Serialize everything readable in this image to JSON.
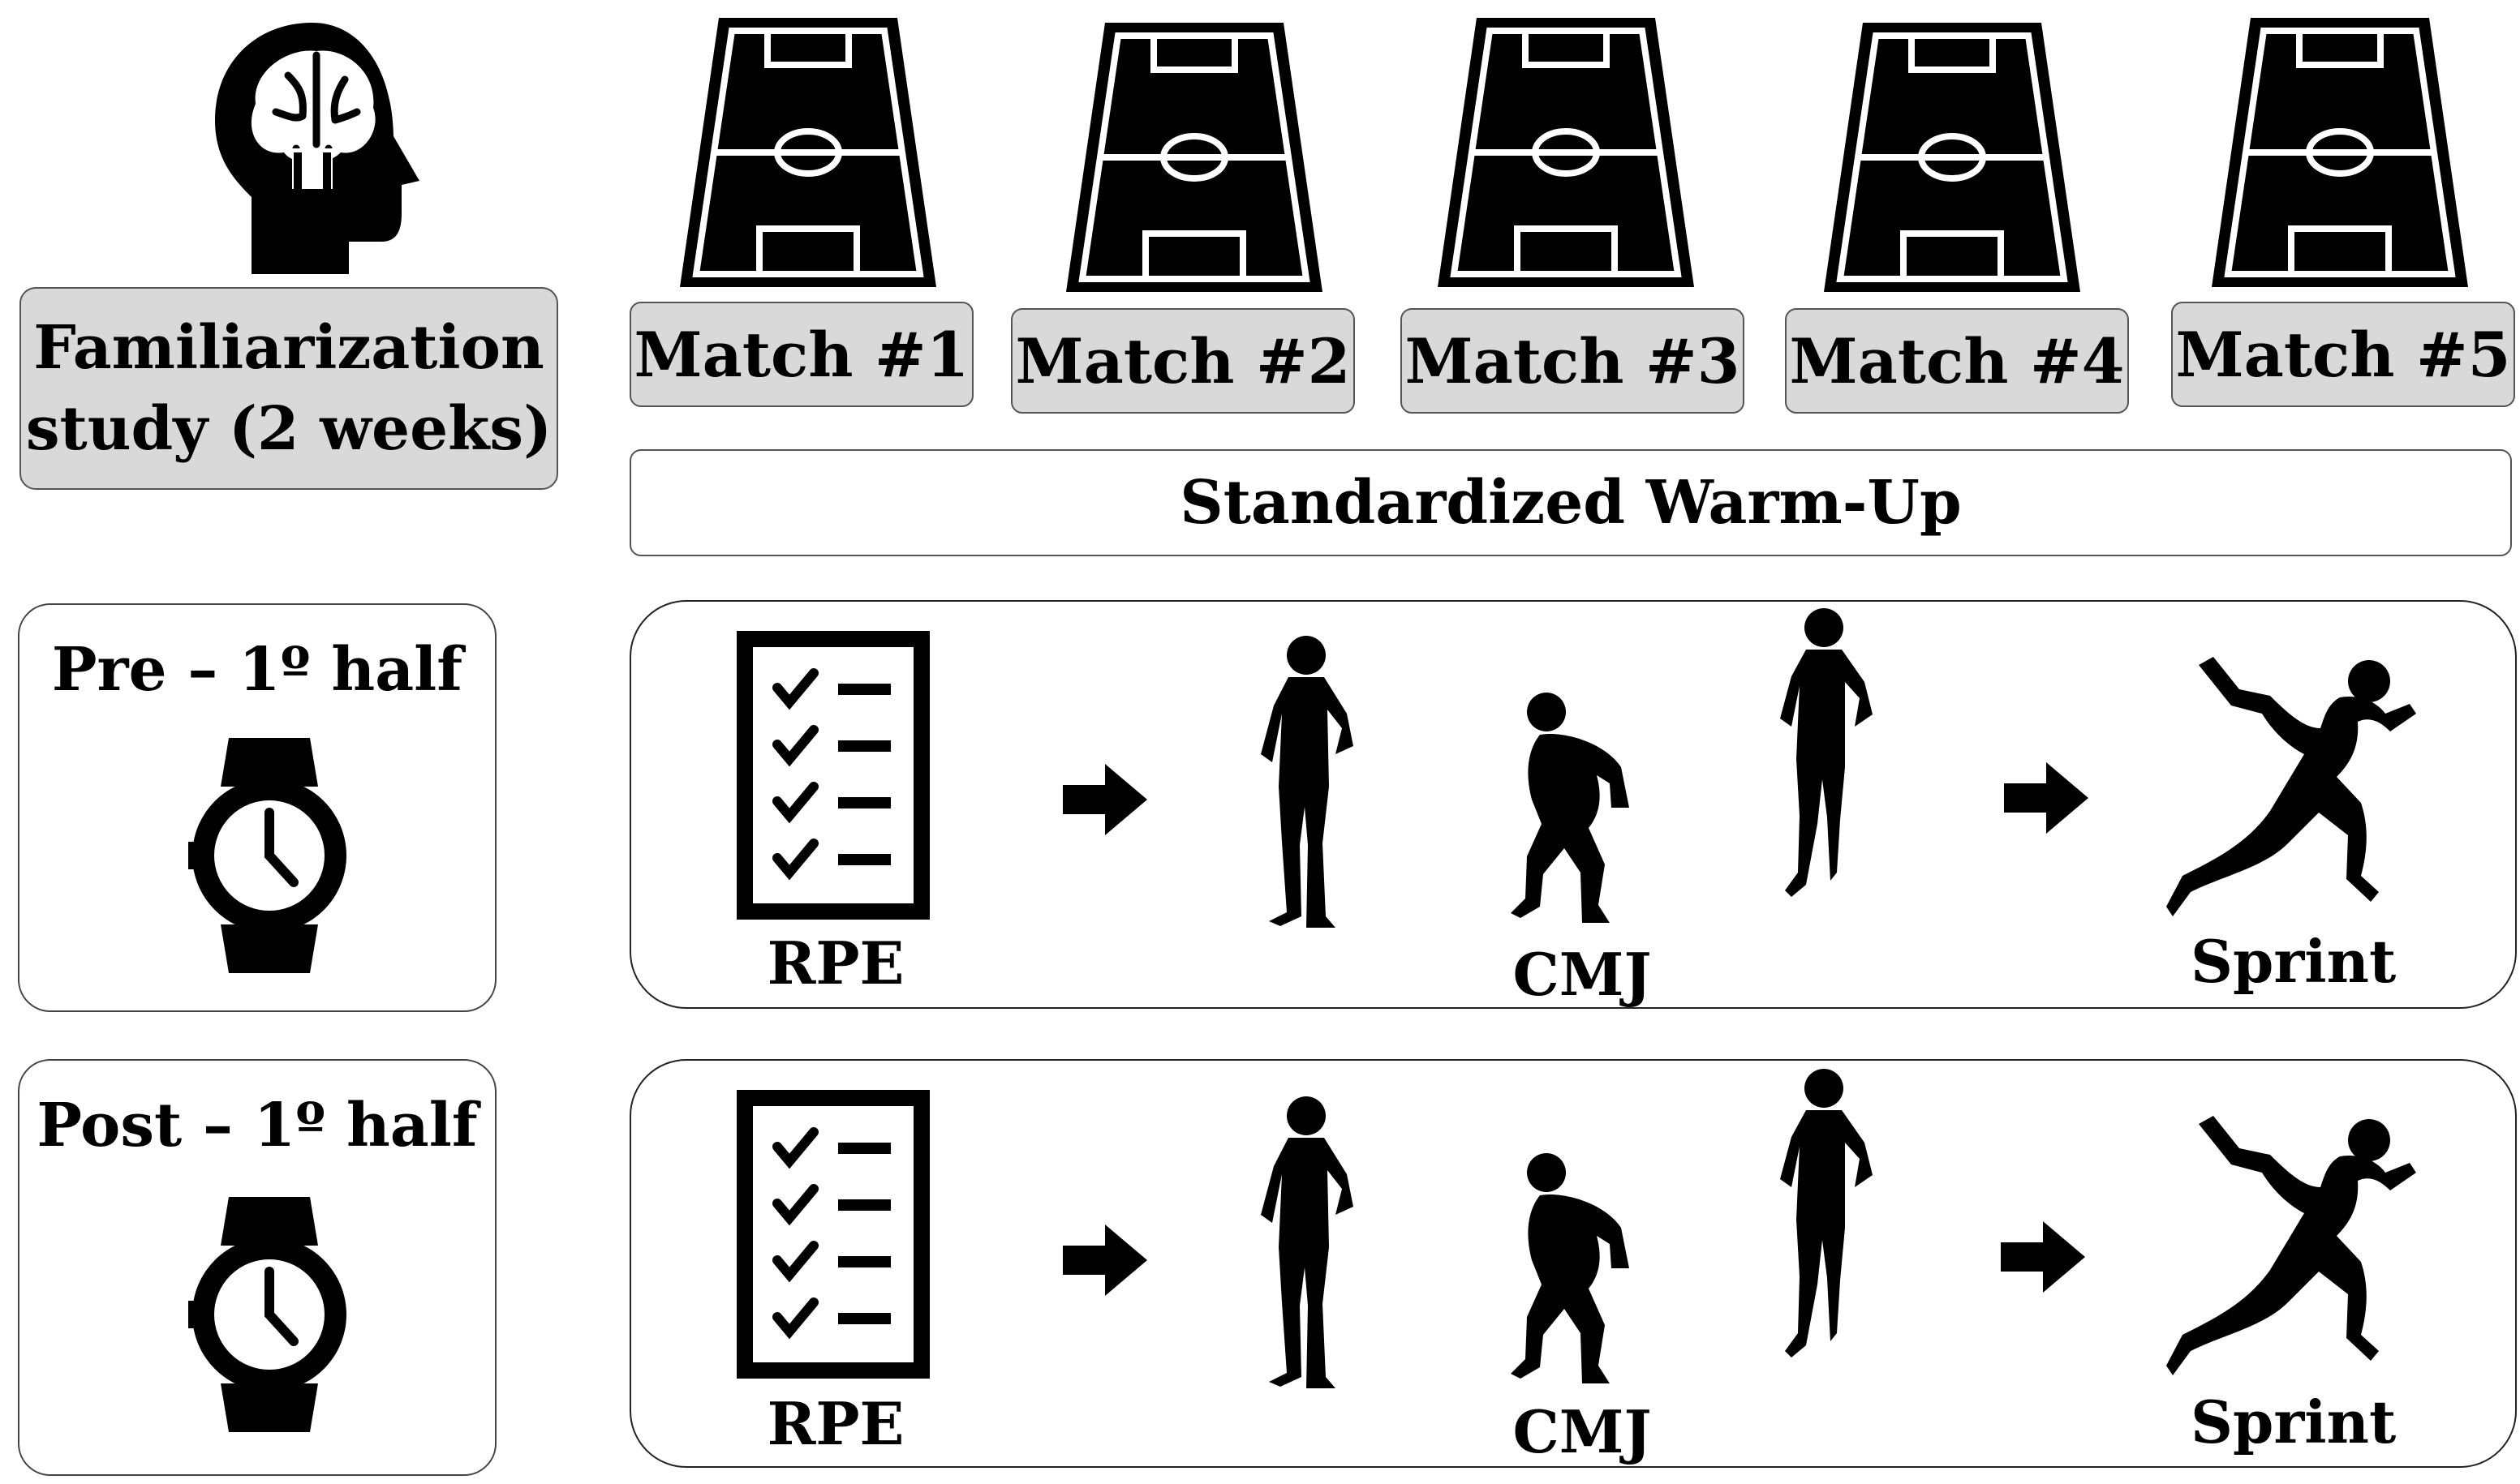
{
  "familiarization": {
    "line1": "Familiarization",
    "line2": "study (2 weeks)"
  },
  "matches": [
    "Match #1",
    "Match #2",
    "Match #3",
    "Match #4",
    "Match #5"
  ],
  "warmup": "Standardized Warm-Up",
  "phases": [
    {
      "title": "Pre – 1º half",
      "rpe": "RPE",
      "cmj": "CMJ",
      "sprint": "Sprint"
    },
    {
      "title": "Post – 1º half",
      "rpe": "RPE",
      "cmj": "CMJ",
      "sprint": "Sprint"
    }
  ],
  "icons": {
    "head": "brain-head-icon",
    "pitch": "soccer-pitch-icon",
    "watch": "wristwatch-icon",
    "checklist": "checklist-icon",
    "arrow": "arrow-right-icon",
    "standing": "standing-athlete-icon",
    "squat": "squatting-athlete-icon",
    "sprinter": "sprinter-icon"
  },
  "colors": {
    "box_fill": "#d9d9d9",
    "ink": "#000000"
  }
}
